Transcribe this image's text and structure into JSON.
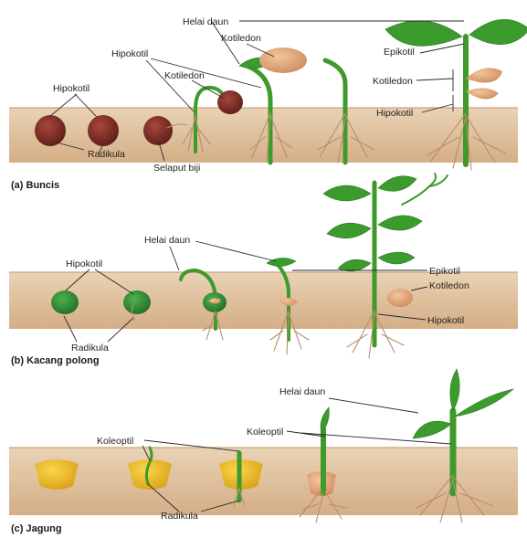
{
  "panels": [
    {
      "caption": "(a) Buncis",
      "labels": {
        "helai_daun": "Helai daun",
        "kotiledon_top": "Kotiledon",
        "hipokotil_top": "Hipokotil",
        "kotiledon_mid": "Kotiledon",
        "hipokotil_left": "Hipokotil",
        "radikula": "Radikula",
        "selaput_biji": "Selaput biji",
        "epikotil": "Epikotil",
        "kotiledon_right": "Kotiledon",
        "hipokotil_right": "Hipokotil"
      }
    },
    {
      "caption": "(b) Kacang polong",
      "labels": {
        "helai_daun": "Helai daun",
        "hipokotil": "Hipokotil",
        "radikula": "Radikula",
        "epikotil": "Epikotil",
        "kotiledon": "Kotiledon",
        "hipokotil_right": "Hipokotil"
      }
    },
    {
      "caption": "(c) Jagung",
      "labels": {
        "helai_daun": "Helai daun",
        "koleoptil_right": "Koleoptil",
        "koleoptil_left": "Koleoptil",
        "radikula": "Radikula"
      }
    }
  ],
  "colors": {
    "soil_top": "#e7cfb1",
    "soil_bottom": "#d7b48e",
    "bean_seed": "#7a2a24",
    "pea_seed": "#2f8f34",
    "corn_kernel": "#e8b622",
    "leaf": "#3b9b2c",
    "cotyledon": "#e1a57a",
    "root": "#b98f6a"
  }
}
